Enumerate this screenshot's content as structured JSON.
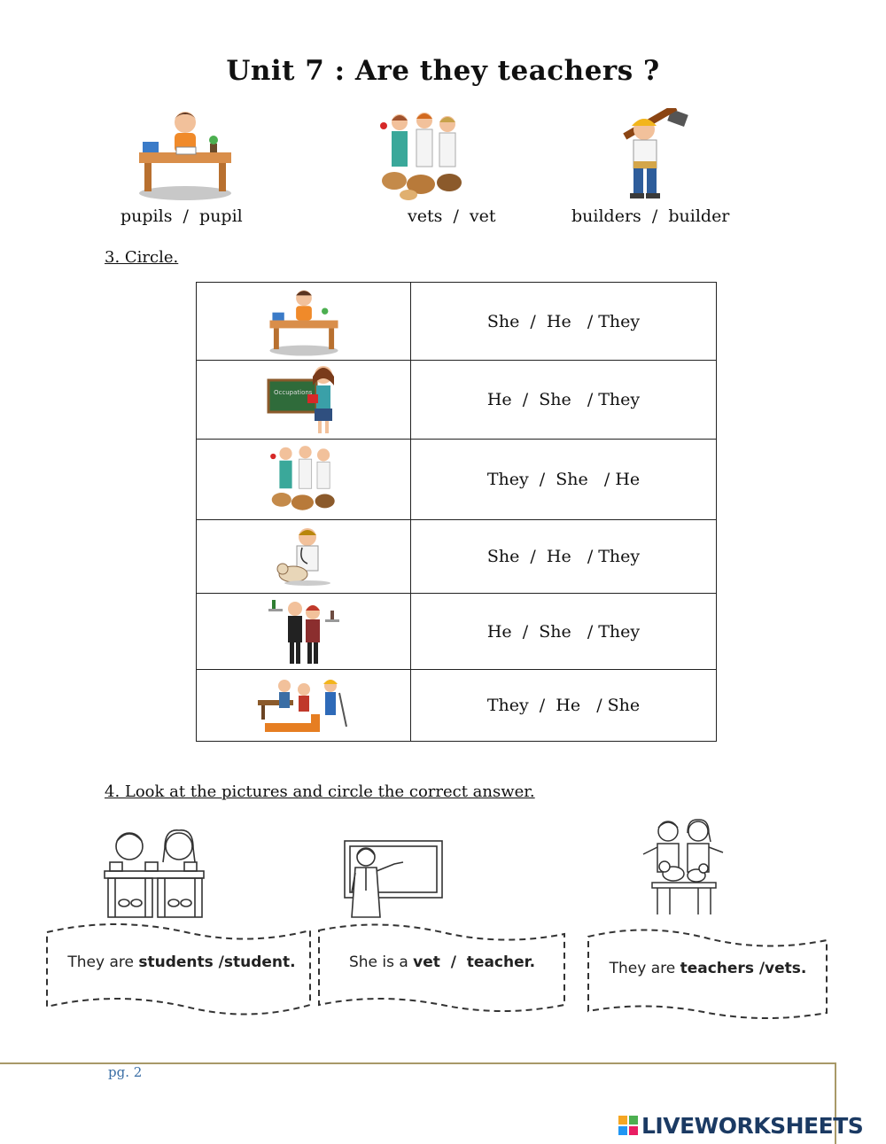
{
  "title": "Unit 7 : Are they teachers ?",
  "vocab": [
    {
      "label": "pupils  /  pupil",
      "icon": "pupil-at-desk-icon"
    },
    {
      "label": "vets  /  vet",
      "icon": "vets-group-icon"
    },
    {
      "label": "builders  /  builder",
      "icon": "builder-icon"
    }
  ],
  "section3": {
    "label": "3. Circle.",
    "rows": [
      {
        "icon": "pupil-at-desk-icon",
        "options": "She  /  He   / They"
      },
      {
        "icon": "teacher-at-board-icon",
        "options": "He  /  She   / They"
      },
      {
        "icon": "vets-group-icon",
        "options": "They  /  She   / He"
      },
      {
        "icon": "vet-with-dog-icon",
        "options": "She  /  He   / They"
      },
      {
        "icon": "waiters-icon",
        "options": "He  /  She   / They"
      },
      {
        "icon": "builders-group-icon",
        "options": "They  /  He   / She"
      }
    ]
  },
  "section4": {
    "label": "4. Look at the pictures and circle the correct answer.",
    "items": [
      {
        "icon": "students-at-desk-icon",
        "prefix": "They are ",
        "answer": "students /student."
      },
      {
        "icon": "teacher-at-board-icon",
        "prefix": "She is a ",
        "answer": "vet  /  teacher."
      },
      {
        "icon": "vets-with-pets-icon",
        "prefix": "They are ",
        "answer": "teachers /vets."
      }
    ]
  },
  "footer": {
    "page": "pg. 2",
    "logo": "LIVEWORKSHEETS"
  }
}
